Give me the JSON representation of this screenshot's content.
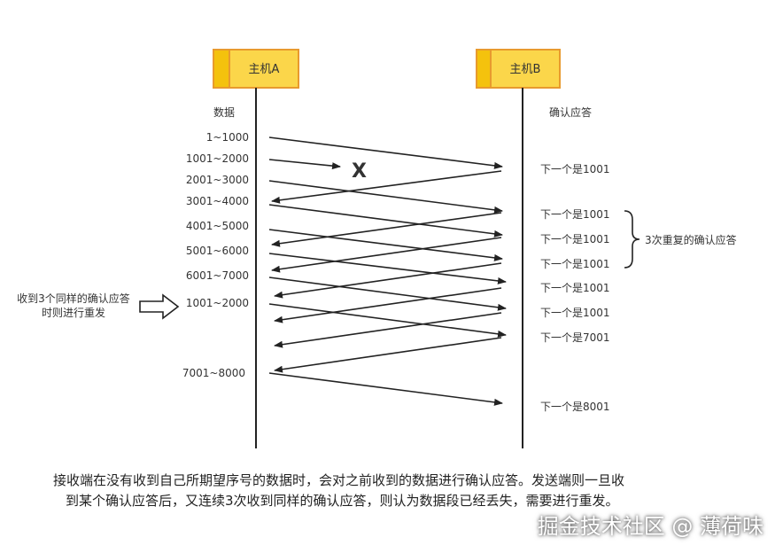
{
  "diagram": {
    "hosts": {
      "a": {
        "label": "主机A"
      },
      "b": {
        "label": "主机B"
      }
    },
    "column_headers": {
      "left": "数据",
      "right": "确认应答"
    },
    "data_labels": [
      "1~1000",
      "1001~2000",
      "2001~3000",
      "3001~4000",
      "4001~5000",
      "5001~6000",
      "6001~7000",
      "1001~2000",
      "7001~8000"
    ],
    "ack_labels": [
      "下一个是1001",
      "下一个是1001",
      "下一个是1001",
      "下一个是1001",
      "下一个是1001",
      "下一个是1001",
      "下一个是7001",
      "下一个是8001"
    ],
    "lost_marker": "X",
    "brace_note": "3次重复的确认应答",
    "left_note": {
      "line1": "收到3个同样的确认应答",
      "line2": "时则进行重发"
    },
    "colors": {
      "host_fill": "#FBD64A",
      "host_border": "#E89A2E",
      "line": "#222222"
    }
  },
  "caption": {
    "line1": "接收端在没有收到自己所期望序号的数据时，会对之前收到的数据进行确认应答。发送端则一旦收",
    "line2": "到某个确认应答后，又连续3次收到同样的确认应答，则认为数据段已经丢失，需要进行重发。"
  },
  "watermark": "掘金技术社区 @ 薄荷味"
}
